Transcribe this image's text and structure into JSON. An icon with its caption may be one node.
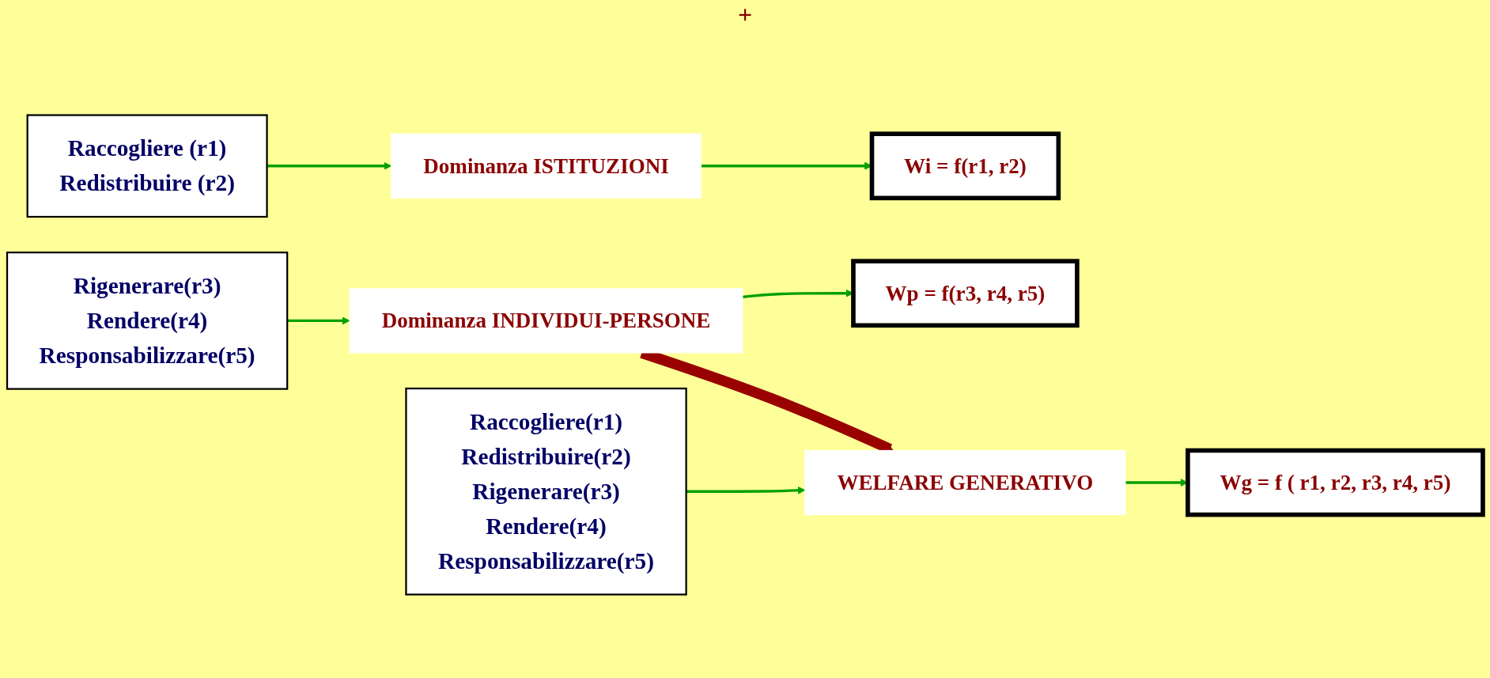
{
  "diagram": {
    "nodes": [
      {
        "text": [
          "Raccogliere (r1)",
          "Redistribuire (r2)"
        ]
      },
      {
        "text": [
          "Dominanza ISTITUZIONI"
        ]
      },
      {
        "text": [
          "Wi = f(r1, r2)"
        ]
      },
      {
        "text": [
          "Rigenerare(r3)",
          "Rendere(r4)",
          "Responsabilizzare(r5)"
        ]
      },
      {
        "text": [
          "Dominanza INDIVIDUI-PERSONE"
        ]
      },
      {
        "text": [
          "Wp = f(r3, r4, r5)"
        ]
      },
      {
        "text": [
          "Raccogliere(r1)",
          "Redistribuire(r2)",
          "Rigenerare(r3)",
          "Rendere(r4)",
          "Responsabilizzare(r5)"
        ]
      },
      {
        "text": [
          "WELFARE GENERATIVO"
        ]
      },
      {
        "text": [
          "Wg = f ( r1, r2, r3, r4, r5)"
        ]
      }
    ],
    "edges": [
      {
        "from": 0,
        "to": 1,
        "arrow": "to"
      },
      {
        "from": 1,
        "to": 2,
        "arrow": "to"
      },
      {
        "from": 3,
        "to": 4,
        "arrow": "to"
      },
      {
        "from": 4,
        "to": 5,
        "arrow": "to"
      },
      {
        "from": 4,
        "to": 7,
        "arrow": "to",
        "style": "thick",
        "color": "#990000"
      },
      {
        "from": 6,
        "to": 7,
        "arrow": "to"
      },
      {
        "from": 7,
        "to": 8,
        "arrow": "to"
      }
    ],
    "labels": [
      "+"
    ]
  }
}
